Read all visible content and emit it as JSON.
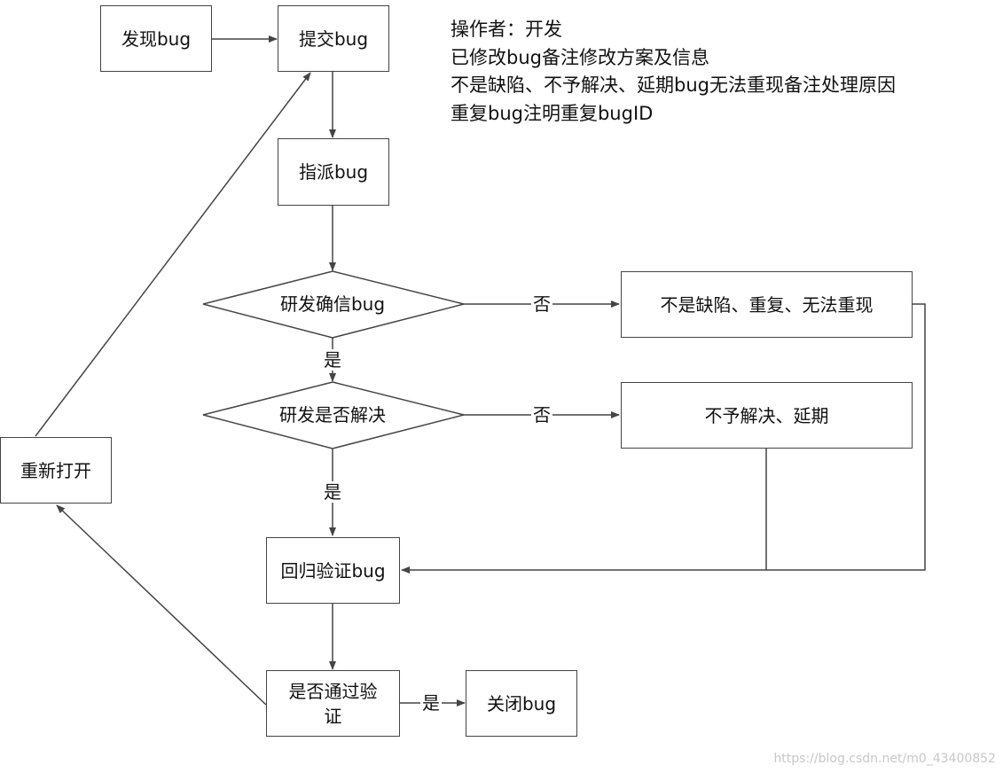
{
  "nodes": {
    "discover": "发现bug",
    "submit": "提交bug",
    "assign": "指派bug",
    "confirm": "研发确信bug",
    "resolve": "研发是否解决",
    "not_bug": "不是缺陷、重复、无法重现",
    "wont_fix": "不予解决、延期",
    "regression": "回归验证bug",
    "verify_line1": "是否通过验",
    "verify_line2": "证",
    "close": "关闭bug",
    "reopen": "重新打开"
  },
  "labels": {
    "no_1": "否",
    "no_2": "否",
    "yes_1": "是",
    "yes_2": "是",
    "yes_3": "是"
  },
  "notes": [
    "操作者：开发",
    "已修改bug备注修改方案及信息",
    "不是缺陷、不予解决、延期bug无法重现备注处理原因",
    "重复bug注明重复bugID"
  ],
  "watermark": "https://blog.csdn.net/m0_43400852",
  "colors": {
    "line": "#444444",
    "text": "#111111",
    "watermark": "#c8c8c8"
  }
}
